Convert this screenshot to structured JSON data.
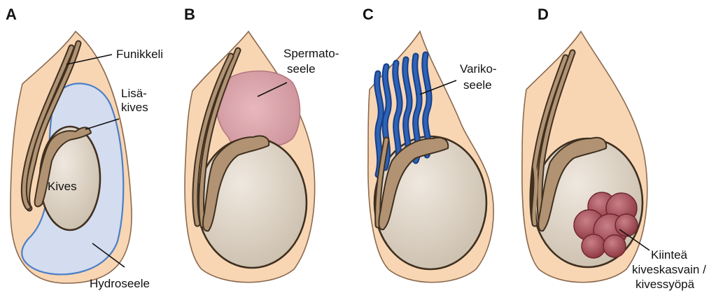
{
  "panels": [
    {
      "letter": "A",
      "labels": [
        "Funikkeli",
        "Lisä-",
        "kives",
        "Kives",
        "Hydroseele"
      ]
    },
    {
      "letter": "B",
      "labels": [
        "Spermato-",
        "seele"
      ]
    },
    {
      "letter": "C",
      "labels": [
        "Variko-",
        "seele"
      ]
    },
    {
      "letter": "D",
      "labels": [
        "Kiinteä",
        "kiveskasvain /",
        "kivessyöpä"
      ]
    }
  ],
  "colors": {
    "skin": "#f8d6b4",
    "testis": "#d9cfc0",
    "epididymis": "#b19373",
    "hydrocele_fluid": "#d4dcef",
    "hydrocele_outline": "#4b7fc7",
    "spermatocele": "#d79aa3",
    "varicocele_vein": "#2e63b8",
    "tumor": "#9a3f47"
  }
}
